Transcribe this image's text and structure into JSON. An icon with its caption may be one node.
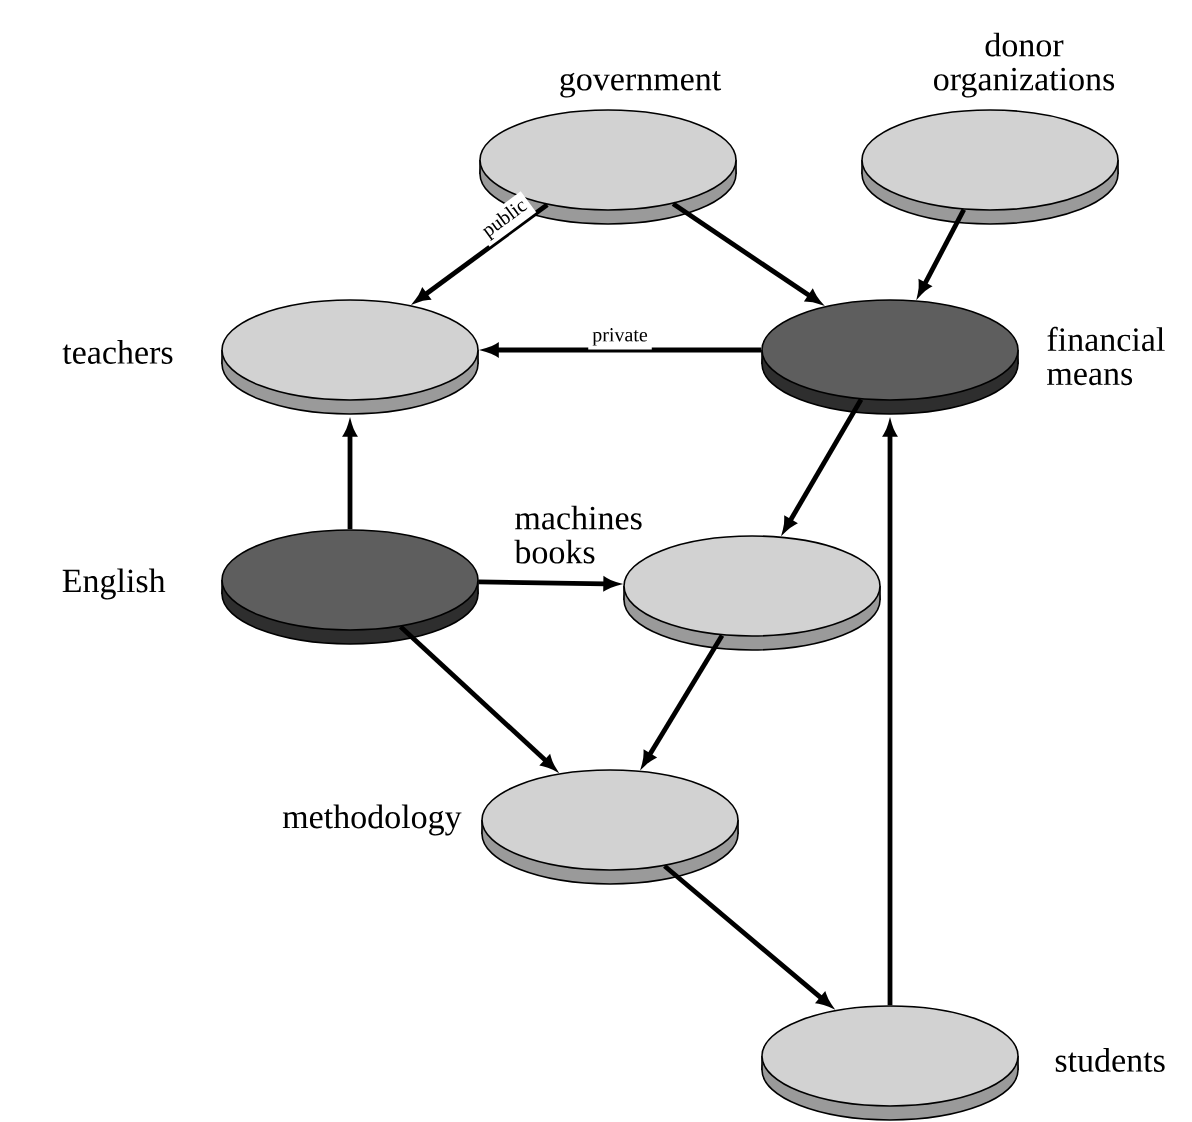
{
  "diagram": {
    "nodes": [
      {
        "text": [
          "government"
        ]
      },
      {
        "text": [
          "donor organizations"
        ]
      },
      {
        "text": [
          "teachers"
        ]
      },
      {
        "text": [
          "financial means"
        ]
      },
      {
        "text": [
          "English"
        ]
      },
      {
        "text": [
          "machines books"
        ]
      },
      {
        "text": [
          "methodology"
        ]
      },
      {
        "text": [
          "students"
        ]
      }
    ],
    "edges": [
      {
        "from": 0,
        "to": 2,
        "arrow": "to",
        "label": "public"
      },
      {
        "from": 0,
        "to": 3,
        "arrow": "to"
      },
      {
        "from": 1,
        "to": 3,
        "arrow": "to"
      },
      {
        "from": 3,
        "to": 2,
        "arrow": "to",
        "label": "private"
      },
      {
        "from": 4,
        "to": 2,
        "arrow": "to"
      },
      {
        "from": 4,
        "to": 5,
        "arrow": "to"
      },
      {
        "from": 3,
        "to": 5,
        "arrow": "to"
      },
      {
        "from": 4,
        "to": 6,
        "arrow": "to"
      },
      {
        "from": 5,
        "to": 6,
        "arrow": "to"
      },
      {
        "from": 6,
        "to": 7,
        "arrow": "to"
      },
      {
        "from": 7,
        "to": 3,
        "arrow": "to"
      }
    ]
  }
}
